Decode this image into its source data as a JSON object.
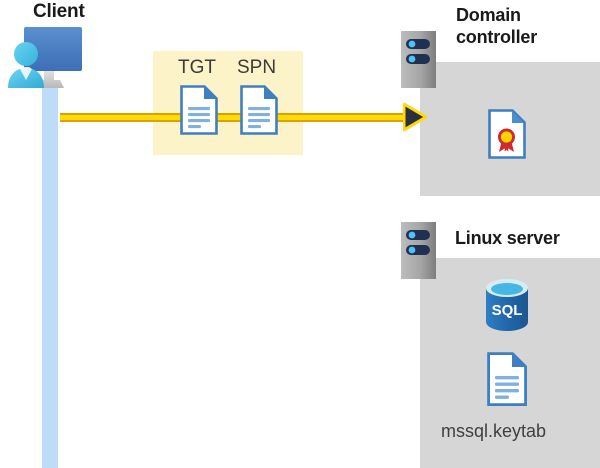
{
  "diagram": {
    "title_client": "Client",
    "title_domain_controller": "Domain controller",
    "title_linux_server": "Linux server",
    "labels": {
      "tgt": "TGT",
      "spn": "SPN",
      "keytab_file": "mssql.keytab",
      "sql_icon_text": "SQL"
    },
    "icons": {
      "client": "client-computer-user-icon",
      "server_rack": "server-rack-icon",
      "certificate": "certificate-document-icon",
      "database": "sql-database-icon",
      "document": "text-document-icon",
      "arrow": "right-arrow-icon"
    },
    "colors": {
      "message_box": "#fdf3c8",
      "panel_gray": "#d6d6d6",
      "lifeline_blue": "#bedcf7",
      "arrow_yellow": "#ffd90a",
      "arrow_outline": "#d9a400",
      "document_blue": "#3e7fc1",
      "sql_blue": "#2a6ebb",
      "certificate_red": "#d0292f",
      "certificate_gold": "#ffd400",
      "text_dark": "#1a1a1a"
    }
  }
}
